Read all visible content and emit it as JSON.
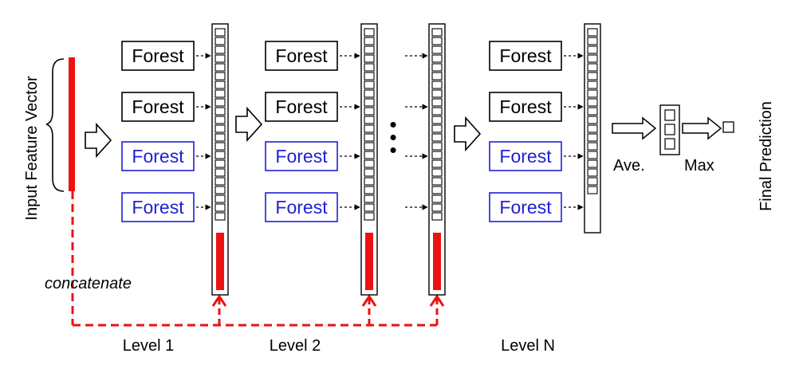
{
  "input_label": "Input Feature Vector",
  "concat_label": "concatenate",
  "forest_label": "Forest",
  "ellipsis": "…",
  "average_label": "Ave.",
  "max_label": "Max",
  "output_label": "Final Prediction",
  "levels": [
    {
      "label": "Level 1"
    },
    {
      "label": "Level 2"
    },
    {
      "label": ""
    },
    {
      "label": "Level N"
    }
  ],
  "forest_colors": [
    "black",
    "black",
    "blue",
    "blue"
  ],
  "colors": {
    "black": "#000000",
    "blue": "#1f1fd6",
    "red": "#ee1111"
  }
}
